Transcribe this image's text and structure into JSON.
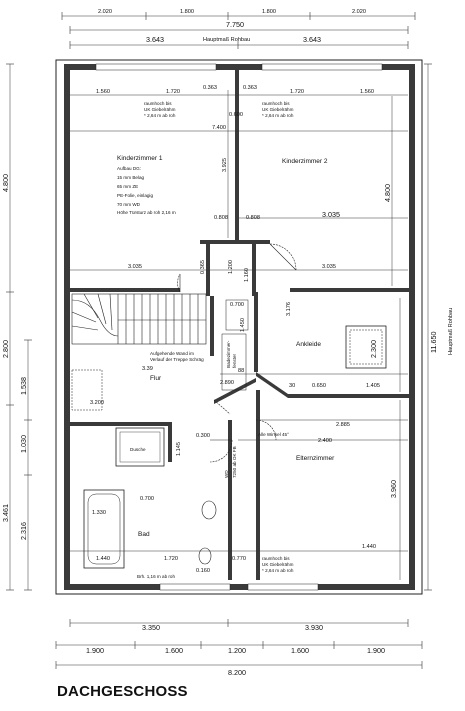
{
  "title": "DACHGESCHOSS",
  "top_dims": {
    "segments": [
      "2.020",
      "1.800",
      "1.800",
      "2.020"
    ],
    "total": "7.750",
    "half_left": "3.643",
    "half_right": "3.643",
    "caption": "Hauptmaß Rohbau"
  },
  "right_dim": {
    "total": "11.650",
    "caption": "Hauptmaß Rohbau"
  },
  "left_dims": {
    "kz1_height": "4.800",
    "upper": "2.800",
    "flur_a": "1.538",
    "mid": "1.030",
    "bottom_total": "3.461",
    "bad": "2.316"
  },
  "bottom_dims": {
    "halves": [
      "3.350",
      "3.930"
    ],
    "segments": [
      "1.900",
      "1.600",
      "1.200",
      "1.600",
      "1.900"
    ],
    "total": "8.200"
  },
  "rooms": {
    "kinderzimmer1": {
      "name": "Kinderzimmer 1",
      "notes": [
        "Aufbau DG:",
        "15 mm Belag",
        "65 mm ZE",
        "PE-Folie, einlagig",
        "70 mm WD",
        "Höhe Türsturz ab roh 2,16 m"
      ]
    },
    "kinderzimmer2": {
      "name": "Kinderzimmer 2"
    },
    "ankleide": {
      "name": "Ankleide"
    },
    "flur": {
      "name": "Flur"
    },
    "elternzimmer": {
      "name": "Elternzimmer"
    },
    "bad": {
      "name": "Bad"
    },
    "dusche": {
      "name": "Dusche"
    }
  },
  "annotations": {
    "raumhoch1_a": "raumhoch bis",
    "raumhoch1_b": "UK Giebelrähm",
    "raumhoch1_c": "* 2,64 m ab roh",
    "raumhoch2_a": "raumhoch bis",
    "raumhoch2_b": "UK Giebelrähm",
    "raumhoch2_c": "* 2,64 m ab roh",
    "raumhoch3_a": "raumhoch bis",
    "raumhoch3_b": "UK Giebelrähm",
    "raumhoch3_c": "* 2,64 m ab roh",
    "treppe_a": "Aufgehende Wand im",
    "treppe_b": "Verlauf der Treppe Schräg",
    "alle_winkel": "Alle Winkel 45°",
    "brh": "Brh. 1,16 m ab roh",
    "wd_a": "WD",
    "wd_b": "7250 ab OK FB",
    "badezimmer_a": "Badezimmer-",
    "badezimmer_b": "fenster"
  },
  "interior_dims": {
    "d1560_l": "1.560",
    "d1720_l": "1.720",
    "d0363_l": "0.363",
    "d0363_r": "0.363",
    "d1720_r": "1.720",
    "d1560_r": "1.560",
    "d0600": "0.600",
    "d7400": "7.400",
    "d3925": "3.925",
    "d4800_r": "4.800",
    "d0808_a": "0.808",
    "d0808_b": "0.808",
    "d3035_a": "3.035",
    "d3035_b": "3.035",
    "d3035_c": "3.035",
    "d0365": "0.365",
    "d1200_a": "1.200",
    "d1160": "1.160",
    "d0700_a": "0.700",
    "d1450": "1.450",
    "d3176": "3.176",
    "d2300": "2.300",
    "d339": "3.39",
    "d88": "88",
    "d3200": "3.200",
    "d2890": "2.890",
    "d30": "30",
    "d0650": "0.650",
    "d1405": "1.405",
    "d2885": "2.885",
    "d2400": "2.400",
    "d0300": "0.300",
    "d1145": "1.145",
    "d3960": "3.960",
    "d0700_b": "0.700",
    "d1330": "1.330",
    "d1440_l": "1.440",
    "d1720_b": "1.720",
    "d0770": "0.770",
    "d1440_r": "1.440",
    "d0160": "0.160"
  }
}
